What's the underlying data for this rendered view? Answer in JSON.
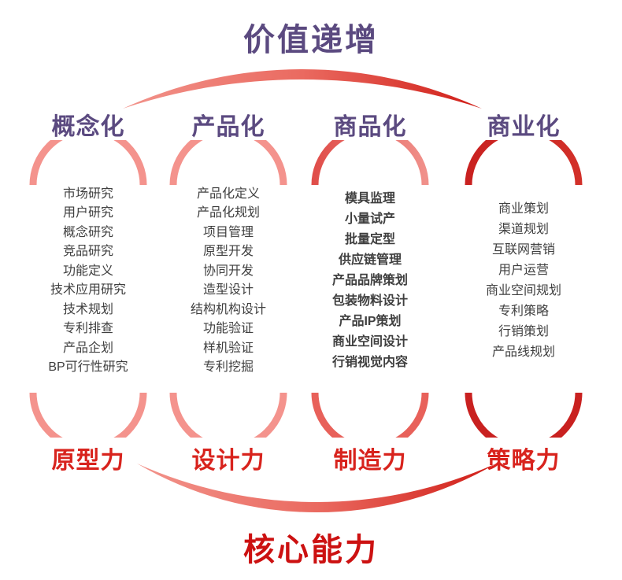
{
  "titles": {
    "top": "价值递增",
    "bottom": "核心能力"
  },
  "columns": [
    {
      "header": "概念化",
      "footer": "原型力",
      "items": [
        "市场研究",
        "用户研究",
        "概念研究",
        "竞品研究",
        "功能定义",
        "技术应用研究",
        "技术规划",
        "专利排查",
        "产品企划",
        "BP可行性研究"
      ]
    },
    {
      "header": "产品化",
      "footer": "设计力",
      "items": [
        "产品化定义",
        "产品化规划",
        "项目管理",
        "原型开发",
        "协同开发",
        "造型设计",
        "结构机构设计",
        "功能验证",
        "样机验证",
        "专利挖掘"
      ]
    },
    {
      "header": "商品化",
      "footer": "制造力",
      "items": [
        "模具监理",
        "小量试产",
        "批量定型",
        "供应链管理",
        "产品品牌策划",
        "包装物料设计",
        "产品IP策划",
        "商业空间设计",
        "行销视觉内容"
      ]
    },
    {
      "header": "商业化",
      "footer": "策略力",
      "items": [
        "商业策划",
        "渠道规划",
        "互联网营销",
        "用户运营",
        "商业空间规划",
        "专利策略",
        "行销策划",
        "产品线规划"
      ]
    }
  ],
  "colors": {
    "purple": "#5B4A80",
    "gray_text": "#3F3F3F",
    "salmon": "#F4938D",
    "mid_red": "#E8615A",
    "mid_red_light": "#F0908A",
    "mid_red_deep": "#E04E4A",
    "dark_red": "#C92120",
    "dark_red_light": "#D23029",
    "red_label": "#D8231D",
    "red_title": "#CC1111",
    "arc_light": "#F2938B",
    "arc_mid": "#EA6A60",
    "arc_dark": "#D01D17"
  }
}
